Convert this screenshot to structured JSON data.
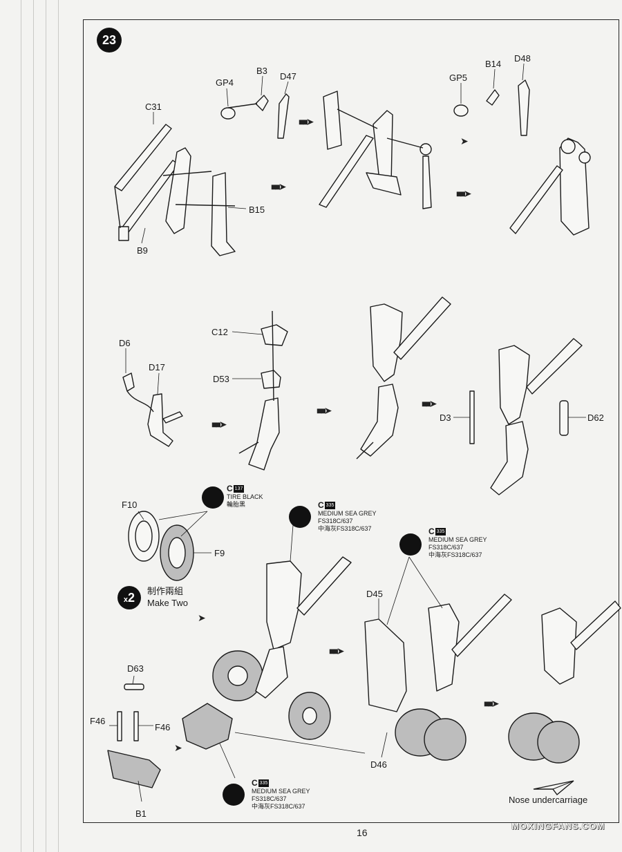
{
  "step": {
    "number": "23"
  },
  "parts": {
    "c31": "C31",
    "b9": "B9",
    "b15": "B15",
    "gp4": "GP4",
    "b3": "B3",
    "d47": "D47",
    "gp5": "GP5",
    "b14": "B14",
    "d48": "D48",
    "d6": "D6",
    "d17": "D17",
    "c12": "C12",
    "d53": "D53",
    "d3": "D3",
    "d62": "D62",
    "f10": "F10",
    "f9": "F9",
    "d63": "D63",
    "f46_left": "F46",
    "f46_right": "F46",
    "b1": "B1",
    "d45": "D45",
    "d46": "D46"
  },
  "paints": {
    "tire": {
      "code": "C",
      "num": "137",
      "en": "TIRE BLACK",
      "zh": "輪胎黑"
    },
    "grey_top": {
      "code": "C",
      "num": "335",
      "en": "MEDIUM SEA GREY",
      "fs": "FS318C/637",
      "zh": "中海灰FS318C/637"
    },
    "grey_right": {
      "code": "C",
      "num": "335",
      "en": "MEDIUM SEA GREY",
      "fs": "FS318C/637",
      "zh": "中海灰FS318C/637"
    },
    "grey_bottom": {
      "code": "C",
      "num": "335",
      "en": "MEDIUM SEA GREY",
      "fs": "FS318C/637",
      "zh": "中海灰FS318C/637"
    }
  },
  "make_two": {
    "badge_x": "x",
    "badge_n": "2",
    "zh": "制作兩組",
    "en": "Make Two"
  },
  "caption": "Nose undercarriage",
  "page_number": "16",
  "watermark": "MOXINGFANS.COM",
  "colors": {
    "ink": "#1a1a1a",
    "paper": "#f3f3f1",
    "part_fill": "#f7f7f5",
    "shade": "#bdbdbd"
  }
}
